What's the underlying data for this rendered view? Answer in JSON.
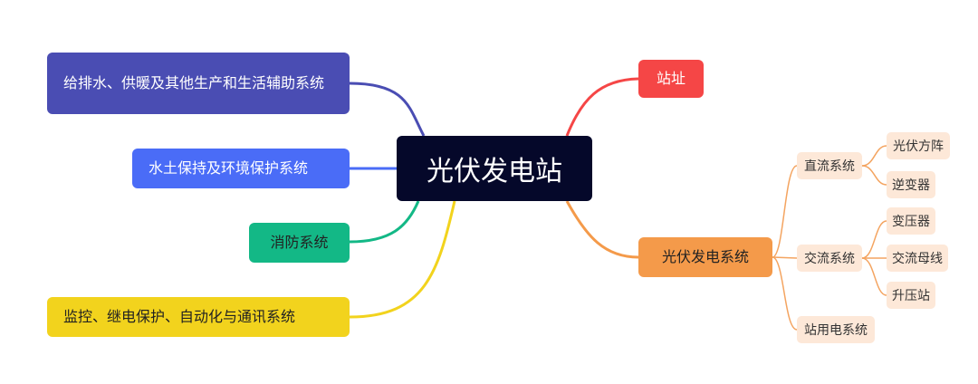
{
  "mindmap": {
    "center": "光伏发电站",
    "left_branches": {
      "gps": "给排水、供暖及其他生产和生活辅助系统",
      "swc": "水土保持及环境保护系统",
      "fire": "消防系统",
      "monitor": "监控、继电保护、自动化与通讯系统"
    },
    "right_branches": {
      "site": "站址",
      "pv_system": {
        "label": "光伏发电系统",
        "dc": {
          "label": "直流系统",
          "children": [
            "光伏方阵",
            "逆变器"
          ]
        },
        "ac": {
          "label": "交流系统",
          "children": [
            "变压器",
            "交流母线",
            "升压站"
          ]
        },
        "aux": "站用电系统"
      }
    }
  },
  "colors": {
    "center_bg": "#05082a",
    "gps": "#4a4db3",
    "swc": "#4a6cf7",
    "fire": "#13b886",
    "monitor": "#f2d31d",
    "site": "#f54646",
    "pv": "#f49a4a",
    "leaf_bg": "#fde8d8"
  }
}
